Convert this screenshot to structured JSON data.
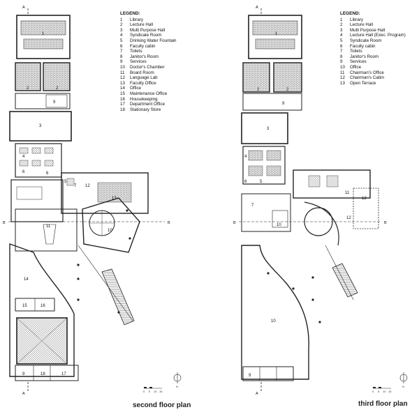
{
  "plans": [
    {
      "title": "second floor plan",
      "legend_title": "LEGEND:",
      "legend": [
        {
          "n": "1",
          "label": "Library"
        },
        {
          "n": "2",
          "label": "Lecture Hall"
        },
        {
          "n": "3",
          "label": "Multi Purpose Hall"
        },
        {
          "n": "4",
          "label": "Syndicate Room"
        },
        {
          "n": "5",
          "label": "Drinking Water Fountain"
        },
        {
          "n": "6",
          "label": "Faculty cabin"
        },
        {
          "n": "7",
          "label": "Toilets"
        },
        {
          "n": "8",
          "label": "Janitor's Room"
        },
        {
          "n": "9",
          "label": "Services"
        },
        {
          "n": "10",
          "label": "Doctor's Chamber"
        },
        {
          "n": "11",
          "label": "Board Room"
        },
        {
          "n": "12",
          "label": "Language Lab"
        },
        {
          "n": "13",
          "label": "Faculty Office"
        },
        {
          "n": "14",
          "label": "Office"
        },
        {
          "n": "15",
          "label": "Maintenance Office"
        },
        {
          "n": "16",
          "label": "Housekeeping"
        },
        {
          "n": "17",
          "label": "Department Office"
        },
        {
          "n": "18",
          "label": "Stationary Store"
        }
      ],
      "section_a": "A",
      "section_b": "B",
      "rooms": [
        "1",
        "2",
        "2",
        "9",
        "3",
        "4",
        "6",
        "6",
        "5",
        "7",
        "12",
        "13",
        "11",
        "10",
        "14",
        "15",
        "16",
        "9",
        "18",
        "17"
      ],
      "scale_ticks": [
        "0",
        "5",
        "10",
        "15"
      ],
      "north": "N"
    },
    {
      "title": "third floor plan",
      "legend_title": "LEGEND:",
      "legend": [
        {
          "n": "1",
          "label": "Library"
        },
        {
          "n": "2",
          "label": "Lecture Hall"
        },
        {
          "n": "3",
          "label": "Multi Purpose Hall"
        },
        {
          "n": "4",
          "label": "Lecture Hall (Exec. Program)"
        },
        {
          "n": "5",
          "label": "Syndicate Room"
        },
        {
          "n": "6",
          "label": "Faculty cabin"
        },
        {
          "n": "7",
          "label": "Toilets"
        },
        {
          "n": "8",
          "label": "Janitor's Room"
        },
        {
          "n": "9",
          "label": "Services"
        },
        {
          "n": "10",
          "label": "Office"
        },
        {
          "n": "11",
          "label": "Chairman's Office"
        },
        {
          "n": "12",
          "label": "Chairman's Cabin"
        },
        {
          "n": "13",
          "label": "Open Terrace"
        }
      ],
      "section_a": "A",
      "section_b": "B",
      "rooms": [
        "1",
        "2",
        "2",
        "9",
        "3",
        "4",
        "6",
        "5",
        "11",
        "13",
        "12",
        "7",
        "10",
        "10",
        "9"
      ],
      "scale_ticks": [
        "0",
        "5",
        "10",
        "15"
      ],
      "north": "N"
    }
  ],
  "colors": {
    "line": "#222222",
    "hatch": "#777777",
    "furniture": "#555555"
  }
}
